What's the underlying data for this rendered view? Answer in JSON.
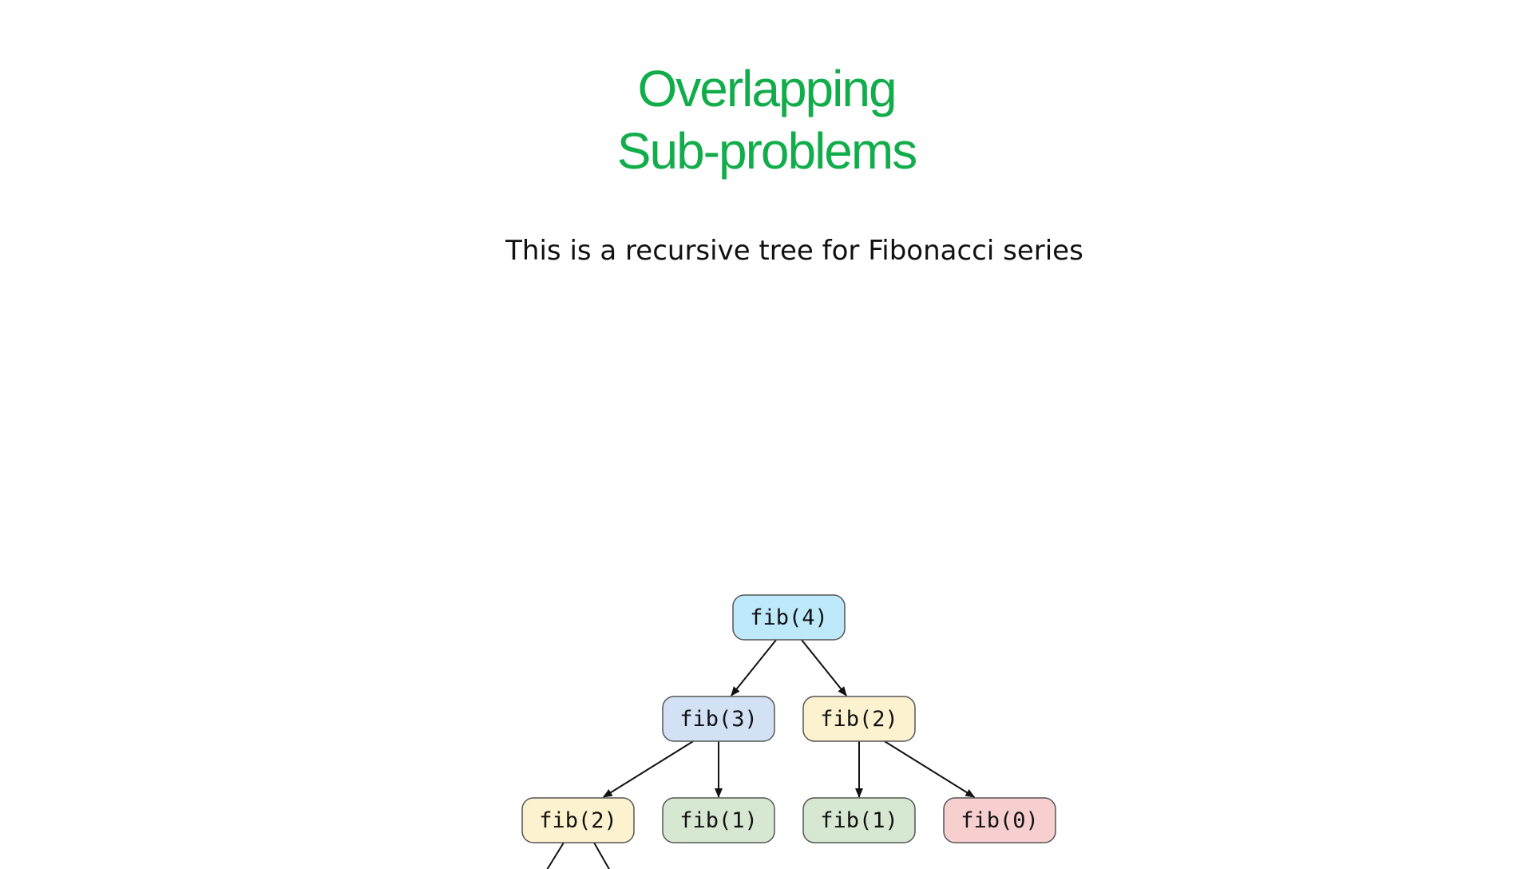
{
  "slide": {
    "title_line1": "Overlapping",
    "title_line2": "Sub-problems",
    "subtitle": "This is a recursive tree for Fibonacci series"
  },
  "colors": {
    "title": "#12ad4b",
    "node_blue": "#bde9fb",
    "node_lavender": "#d3e1f5",
    "node_yellow": "#fdf2cf",
    "node_green": "#d7e8d2",
    "node_red": "#f7cfcf"
  },
  "tree": {
    "nodes": [
      {
        "id": "n1",
        "label": "fib(4)",
        "color": "#bde9fb"
      },
      {
        "id": "n2",
        "label": "fib(3)",
        "color": "#d3e1f5"
      },
      {
        "id": "n3",
        "label": "fib(2)",
        "color": "#fdf2cf"
      },
      {
        "id": "n4",
        "label": "fib(2)",
        "color": "#fdf2cf"
      },
      {
        "id": "n5",
        "label": "fib(1)",
        "color": "#d7e8d2"
      },
      {
        "id": "n6",
        "label": "fib(1)",
        "color": "#d7e8d2"
      },
      {
        "id": "n7",
        "label": "fib(0)",
        "color": "#f7cfcf"
      }
    ],
    "edges": [
      {
        "from": "n1",
        "to": "n2"
      },
      {
        "from": "n1",
        "to": "n3"
      },
      {
        "from": "n2",
        "to": "n4"
      },
      {
        "from": "n2",
        "to": "n5"
      },
      {
        "from": "n3",
        "to": "n6"
      },
      {
        "from": "n3",
        "to": "n7"
      }
    ]
  }
}
